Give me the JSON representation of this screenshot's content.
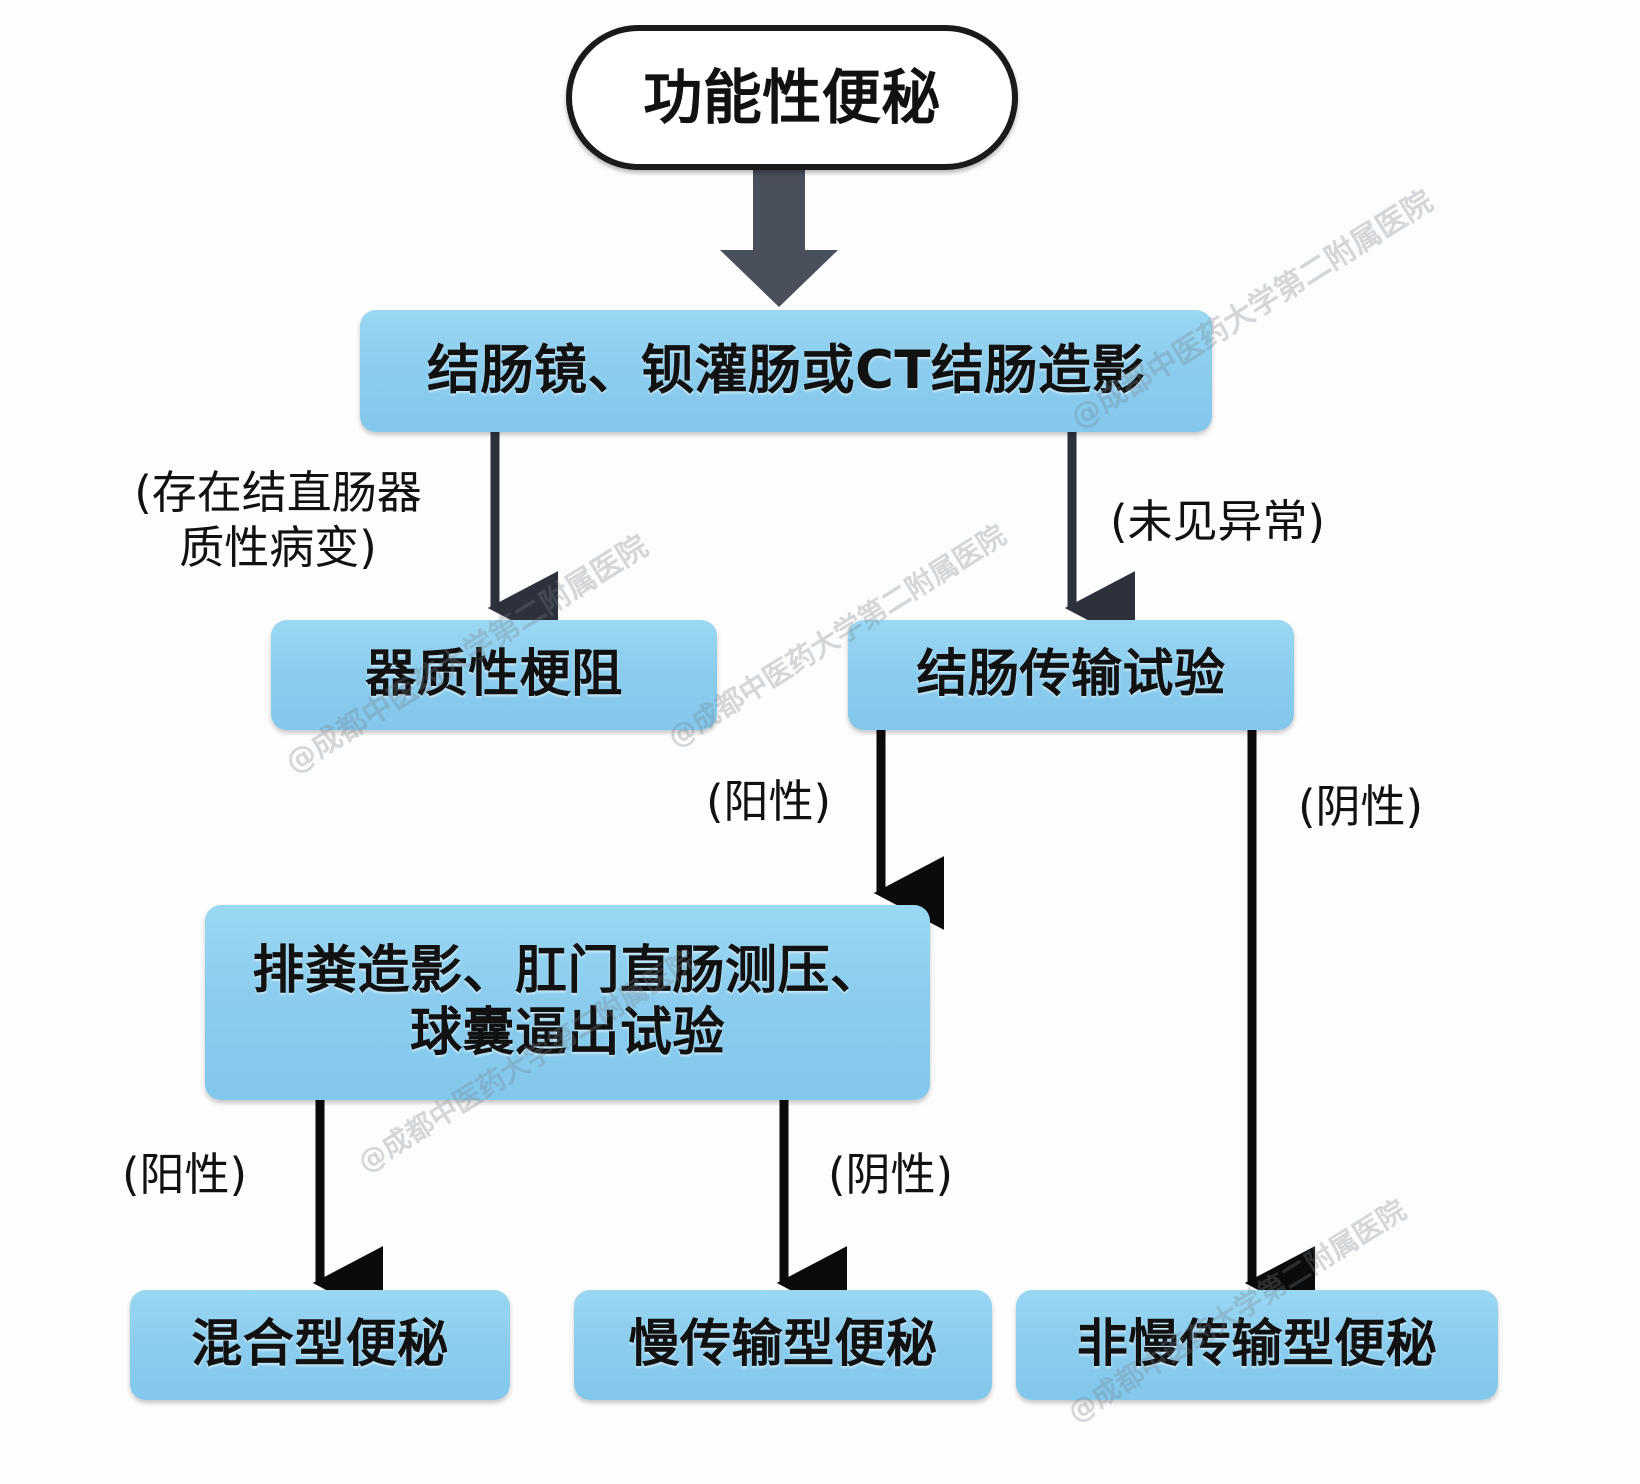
{
  "diagram": {
    "title": "功能性便秘",
    "type": "flowchart",
    "orientation": "top-down",
    "colors": {
      "node_blue": "#8ccdee",
      "node_root_fill": "#ffffff",
      "node_root_border": "#1a1a1a",
      "thick_arrow": "#4a4f5c",
      "thin_arrow": "#111111",
      "text": "#111111",
      "background": "#fdfdfd"
    },
    "nodes": [
      {
        "id": "root",
        "label": "功能性便秘",
        "shape": "stadium",
        "fill": "white"
      },
      {
        "id": "imaging",
        "label": "结肠镜、钡灌肠或CT结肠造影",
        "shape": "rounded-rectangle",
        "fill": "blue"
      },
      {
        "id": "obstruction",
        "label": "器质性梗阻",
        "shape": "rounded-rectangle",
        "fill": "blue"
      },
      {
        "id": "transit",
        "label": "结肠传输试验",
        "shape": "rounded-rectangle",
        "fill": "blue"
      },
      {
        "id": "anorectal",
        "label": "排粪造影、肛门直肠测压、\n球囊逼出试验",
        "shape": "rounded-rectangle",
        "fill": "blue"
      },
      {
        "id": "mixed",
        "label": "混合型便秘",
        "shape": "rounded-rectangle",
        "fill": "blue"
      },
      {
        "id": "slow",
        "label": "慢传输型便秘",
        "shape": "rounded-rectangle",
        "fill": "blue"
      },
      {
        "id": "nonslow",
        "label": "非慢传输型便秘",
        "shape": "rounded-rectangle",
        "fill": "blue"
      }
    ],
    "edges": [
      {
        "from": "root",
        "to": "imaging",
        "label": "",
        "style": "thick-grey"
      },
      {
        "from": "imaging",
        "to": "obstruction",
        "label": "(存在结直肠器\n质性病变)",
        "style": "thin-dark"
      },
      {
        "from": "imaging",
        "to": "transit",
        "label": "(未见异常)",
        "style": "thin-dark"
      },
      {
        "from": "transit",
        "to": "anorectal",
        "label": "(阳性)",
        "style": "thin-dark"
      },
      {
        "from": "transit",
        "to": "nonslow",
        "label": "(阴性)",
        "style": "thin-dark"
      },
      {
        "from": "anorectal",
        "to": "mixed",
        "label": "(阳性)",
        "style": "thin-black"
      },
      {
        "from": "anorectal",
        "to": "slow",
        "label": "(阴性)",
        "style": "thin-black"
      }
    ],
    "edge_labels": {
      "organic_lesion": "(存在结直肠器\n质性病变)",
      "no_abnormality": "(未见异常)",
      "transit_positive": "(阳性)",
      "transit_negative": "(阴性)",
      "anorectal_positive": "(阳性)",
      "anorectal_negative": "(阴性)"
    },
    "watermarks": [
      "@成都中医药大学第二附属医院",
      "@成都中医药大学第二附属医院",
      "@成都中医药大学第二附属医院",
      "@成都中医药大学第二附属医院",
      "@成都中医药大学第二附属医院"
    ]
  }
}
